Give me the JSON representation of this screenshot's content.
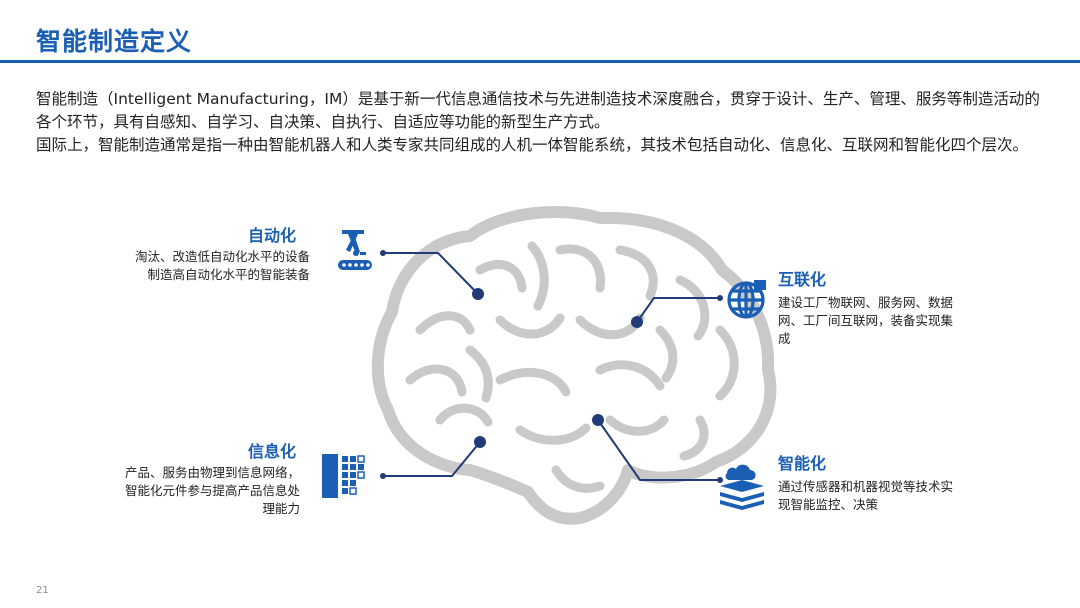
{
  "slide": {
    "title": "智能制造定义",
    "page_number": "21"
  },
  "intro": {
    "paragraph1": "智能制造（Intelligent Manufacturing，IM）是基于新一代信息通信技术与先进制造技术深度融合，贯穿于设计、生产、管理、服务等制造活动的各个环节，具有自感知、自学习、自决策、自执行、自适应等功能的新型生产方式。",
    "paragraph2": "国际上，智能制造通常是指一种由智能机器人和人类专家共同组成的人机一体智能系统，其技术包括自动化、信息化、互联网和智能化四个层次。"
  },
  "levels": {
    "automation": {
      "heading": "自动化",
      "line1": "淘汰、改造低自动化水平的设备",
      "line2": "制造高自动化水平的智能装备",
      "icon": "robot-arm-conveyor-icon"
    },
    "internet": {
      "heading": "互联化",
      "line1": "建设工厂物联网、服务网、数据",
      "line2": "网、工厂间互联网，装备实现集",
      "line3": "成",
      "icon": "globe-network-icon"
    },
    "information": {
      "heading": "信息化",
      "line1": "产品、服务由物理到信息网络，",
      "line2": "智能化元件参与提高产品信息处",
      "line3": "理能力",
      "icon": "digital-blocks-icon"
    },
    "intelligence": {
      "heading": "智能化",
      "line1": "通过传感器和机器视觉等技术实",
      "line2": "现智能监控、决策",
      "icon": "cloud-layers-icon"
    }
  },
  "colors": {
    "brand_blue": "#1a5fb4",
    "connector_navy": "#1f3c78",
    "brain_gray": "#c9c9c9"
  }
}
